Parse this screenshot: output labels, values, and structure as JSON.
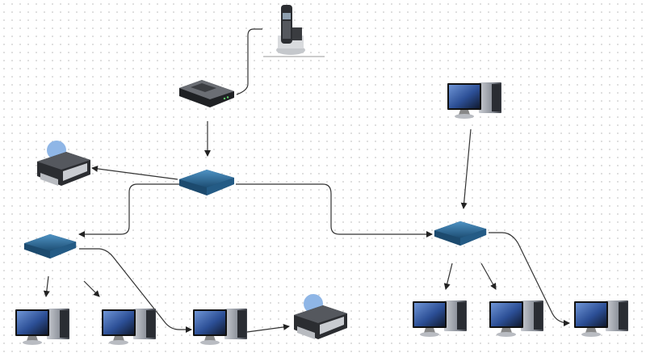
{
  "diagram": {
    "colors": {
      "background": "#ffffff",
      "grid_dots": "#d4d4d4",
      "connector": "#333333",
      "switch": "#2f6f9c",
      "screen": "#3a5fa0"
    },
    "nodes": [
      {
        "id": "phone",
        "icon": "cordless-phone-icon"
      },
      {
        "id": "modem",
        "icon": "modem-icon"
      },
      {
        "id": "switch-core",
        "icon": "network-switch-icon"
      },
      {
        "id": "printer-1",
        "icon": "printer-icon"
      },
      {
        "id": "switch-left",
        "icon": "network-switch-icon"
      },
      {
        "id": "switch-right",
        "icon": "network-switch-icon"
      },
      {
        "id": "pc-left-1",
        "icon": "desktop-computer-icon"
      },
      {
        "id": "pc-left-2",
        "icon": "desktop-computer-icon"
      },
      {
        "id": "pc-left-3",
        "icon": "desktop-computer-icon"
      },
      {
        "id": "printer-2",
        "icon": "printer-icon"
      },
      {
        "id": "pc-top-right",
        "icon": "desktop-computer-icon"
      },
      {
        "id": "pc-right-1",
        "icon": "desktop-computer-icon"
      },
      {
        "id": "pc-right-2",
        "icon": "desktop-computer-icon"
      },
      {
        "id": "pc-right-3",
        "icon": "desktop-computer-icon"
      }
    ],
    "edges": [
      [
        "phone",
        "modem"
      ],
      [
        "modem",
        "switch-core"
      ],
      [
        "switch-core",
        "printer-1"
      ],
      [
        "switch-core",
        "switch-left"
      ],
      [
        "switch-core",
        "switch-right"
      ],
      [
        "switch-left",
        "pc-left-1"
      ],
      [
        "switch-left",
        "pc-left-2"
      ],
      [
        "switch-left",
        "pc-left-3"
      ],
      [
        "pc-left-3",
        "printer-2"
      ],
      [
        "pc-top-right",
        "switch-right"
      ],
      [
        "switch-right",
        "pc-right-1"
      ],
      [
        "switch-right",
        "pc-right-2"
      ],
      [
        "switch-right",
        "pc-right-3"
      ]
    ]
  }
}
